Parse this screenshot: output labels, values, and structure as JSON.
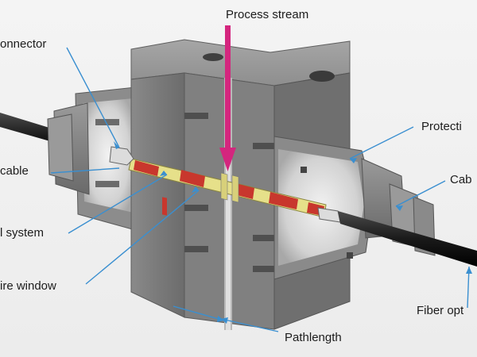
{
  "labels": {
    "process_stream": "Process stream",
    "connector": "onnector",
    "cable": "cable",
    "optical_system": "l system",
    "sapphire_window": "ire window",
    "protection": "Protecti",
    "cable_right": "Cab",
    "fiber_optic": "Fiber opt",
    "pathlength": "Pathlength"
  },
  "colors": {
    "arrow_magenta": "#d4267e",
    "leader_blue": "#3a8fd0",
    "body_gray": "#7d7d7d",
    "optic_yellow": "#e6e08a",
    "optic_red": "#c8372d"
  }
}
